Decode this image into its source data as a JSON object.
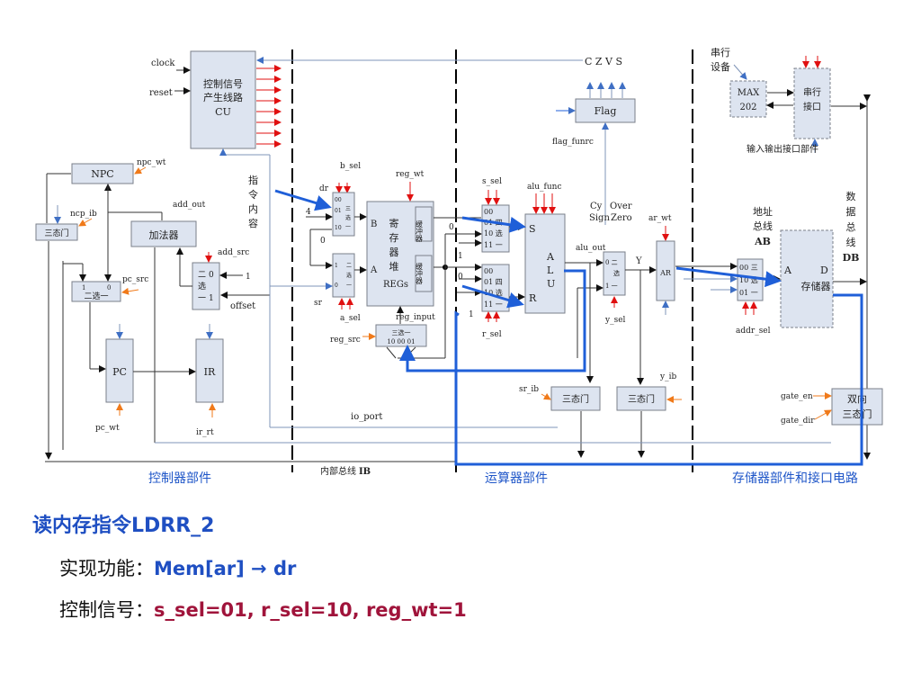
{
  "diagram": {
    "sections": {
      "controller": "控制器部件",
      "internal_bus_prefix": "内部总线",
      "internal_bus_name": "IB",
      "alu_section": "运算器部件",
      "memory_section": "存储器部件和接口电路"
    },
    "cu": {
      "l1": "控制信号",
      "l2": "产生线路",
      "l3": "CU",
      "clock": "clock",
      "reset": "reset"
    },
    "czvs": "C Z V S",
    "flag": {
      "name": "Flag",
      "func": "flag_funrc",
      "cy_sign": "Cy",
      "sign": "Sign",
      "over": "Over",
      "zero": "Zero"
    },
    "serial": {
      "device_l1": "串行",
      "device_l2": "设备",
      "max_l1": "MAX",
      "max_l2": "202",
      "port_l1": "串行",
      "port_l2": "接口",
      "io_caption": "输入输出接口部件"
    },
    "npc": {
      "name": "NPC",
      "wt": "npc_wt",
      "ib": "ncp_ib",
      "tri": "三态门"
    },
    "adder": {
      "name": "加法器",
      "out": "add_out",
      "src": "add_src",
      "mux_l1": "二",
      "mux_l2": "选",
      "mux_l3": "一",
      "zero": "0",
      "one": "1",
      "const": "1",
      "offset": "offset"
    },
    "pc": {
      "name": "PC",
      "mux": "二选一",
      "src": "pc_src",
      "wt": "pc_wt",
      "in1": "1",
      "in0": "0"
    },
    "ir": {
      "name": "IR",
      "rt": "ir_rt",
      "instr_l1": "指",
      "instr_l2": "令",
      "instr_l3": "内",
      "instr_l4": "容"
    },
    "regs": {
      "b_sel": "b_sel",
      "dr": "dr",
      "four": "4",
      "zero": "0",
      "sr": "sr",
      "a_sel": "a_sel",
      "reg_wt": "reg_wt",
      "reg_input": "reg_input",
      "reg_src": "reg_src",
      "l1": "寄",
      "l2": "存",
      "l3": "器",
      "l4": "堆",
      "name": "REGs",
      "b": "B",
      "a": "A",
      "buf1": "缓冲器",
      "buf2": "缓冲器",
      "mux3_title": "三选一",
      "mux3_in": "10   00   01",
      "bmux": [
        "00",
        "01",
        "10",
        "三",
        "选",
        "一"
      ],
      "amux": [
        "1",
        "0",
        "二",
        "选",
        "一"
      ]
    },
    "alu": {
      "s_sel": "s_sel",
      "r_sel": "r_sel",
      "func": "alu_func",
      "out": "alu_out",
      "l1": "A",
      "l2": "L",
      "l3": "U",
      "s": "S",
      "r": "R",
      "zero": "0",
      "one": "1",
      "s_mux": [
        "00",
        "01 四",
        "10 选",
        "11 一"
      ],
      "r_mux": [
        "00",
        "01 四",
        "10 选",
        "11 一"
      ],
      "ymux": [
        "0 二",
        "选",
        "1 一"
      ],
      "y": "Y",
      "y_sel": "y_sel"
    },
    "ar": {
      "name": "AR",
      "wt": "ar_wt",
      "addr_l1": "地址",
      "addr_l2": "总线",
      "addr_l3": "AB"
    },
    "mem": {
      "name": "存储器",
      "a": "A",
      "d": "D",
      "addr_sel": "addr_sel",
      "mux": [
        "00 三",
        "10 选",
        "01 一"
      ],
      "db_l1": "数",
      "db_l2": "据",
      "db_l3": "总",
      "db_l4": "线",
      "db_l5": "DB"
    },
    "tristate": {
      "sr_ib": "sr_ib",
      "y_ib": "y_ib",
      "label": "三态门",
      "io_port": "io_port"
    },
    "bidir": {
      "l1": "双向",
      "l2": "三态门",
      "gate_en": "gate_en",
      "gate_dir": "gate_dir"
    }
  },
  "notes": {
    "title": "读内存指令LDRR_2",
    "func_label": "实现功能：",
    "func_value": "Mem[ar] → dr",
    "ctrl_label": "控制信号：",
    "ctrl_value": "s_sel=01,   r_sel=10,   reg_wt=1"
  },
  "colors": {
    "highlight": "#1f5fd8",
    "block_fill": "#dde4f0",
    "caption": "#1f56c8",
    "control_arrow": "#e01010",
    "orange_arrow": "#f07a1a"
  }
}
